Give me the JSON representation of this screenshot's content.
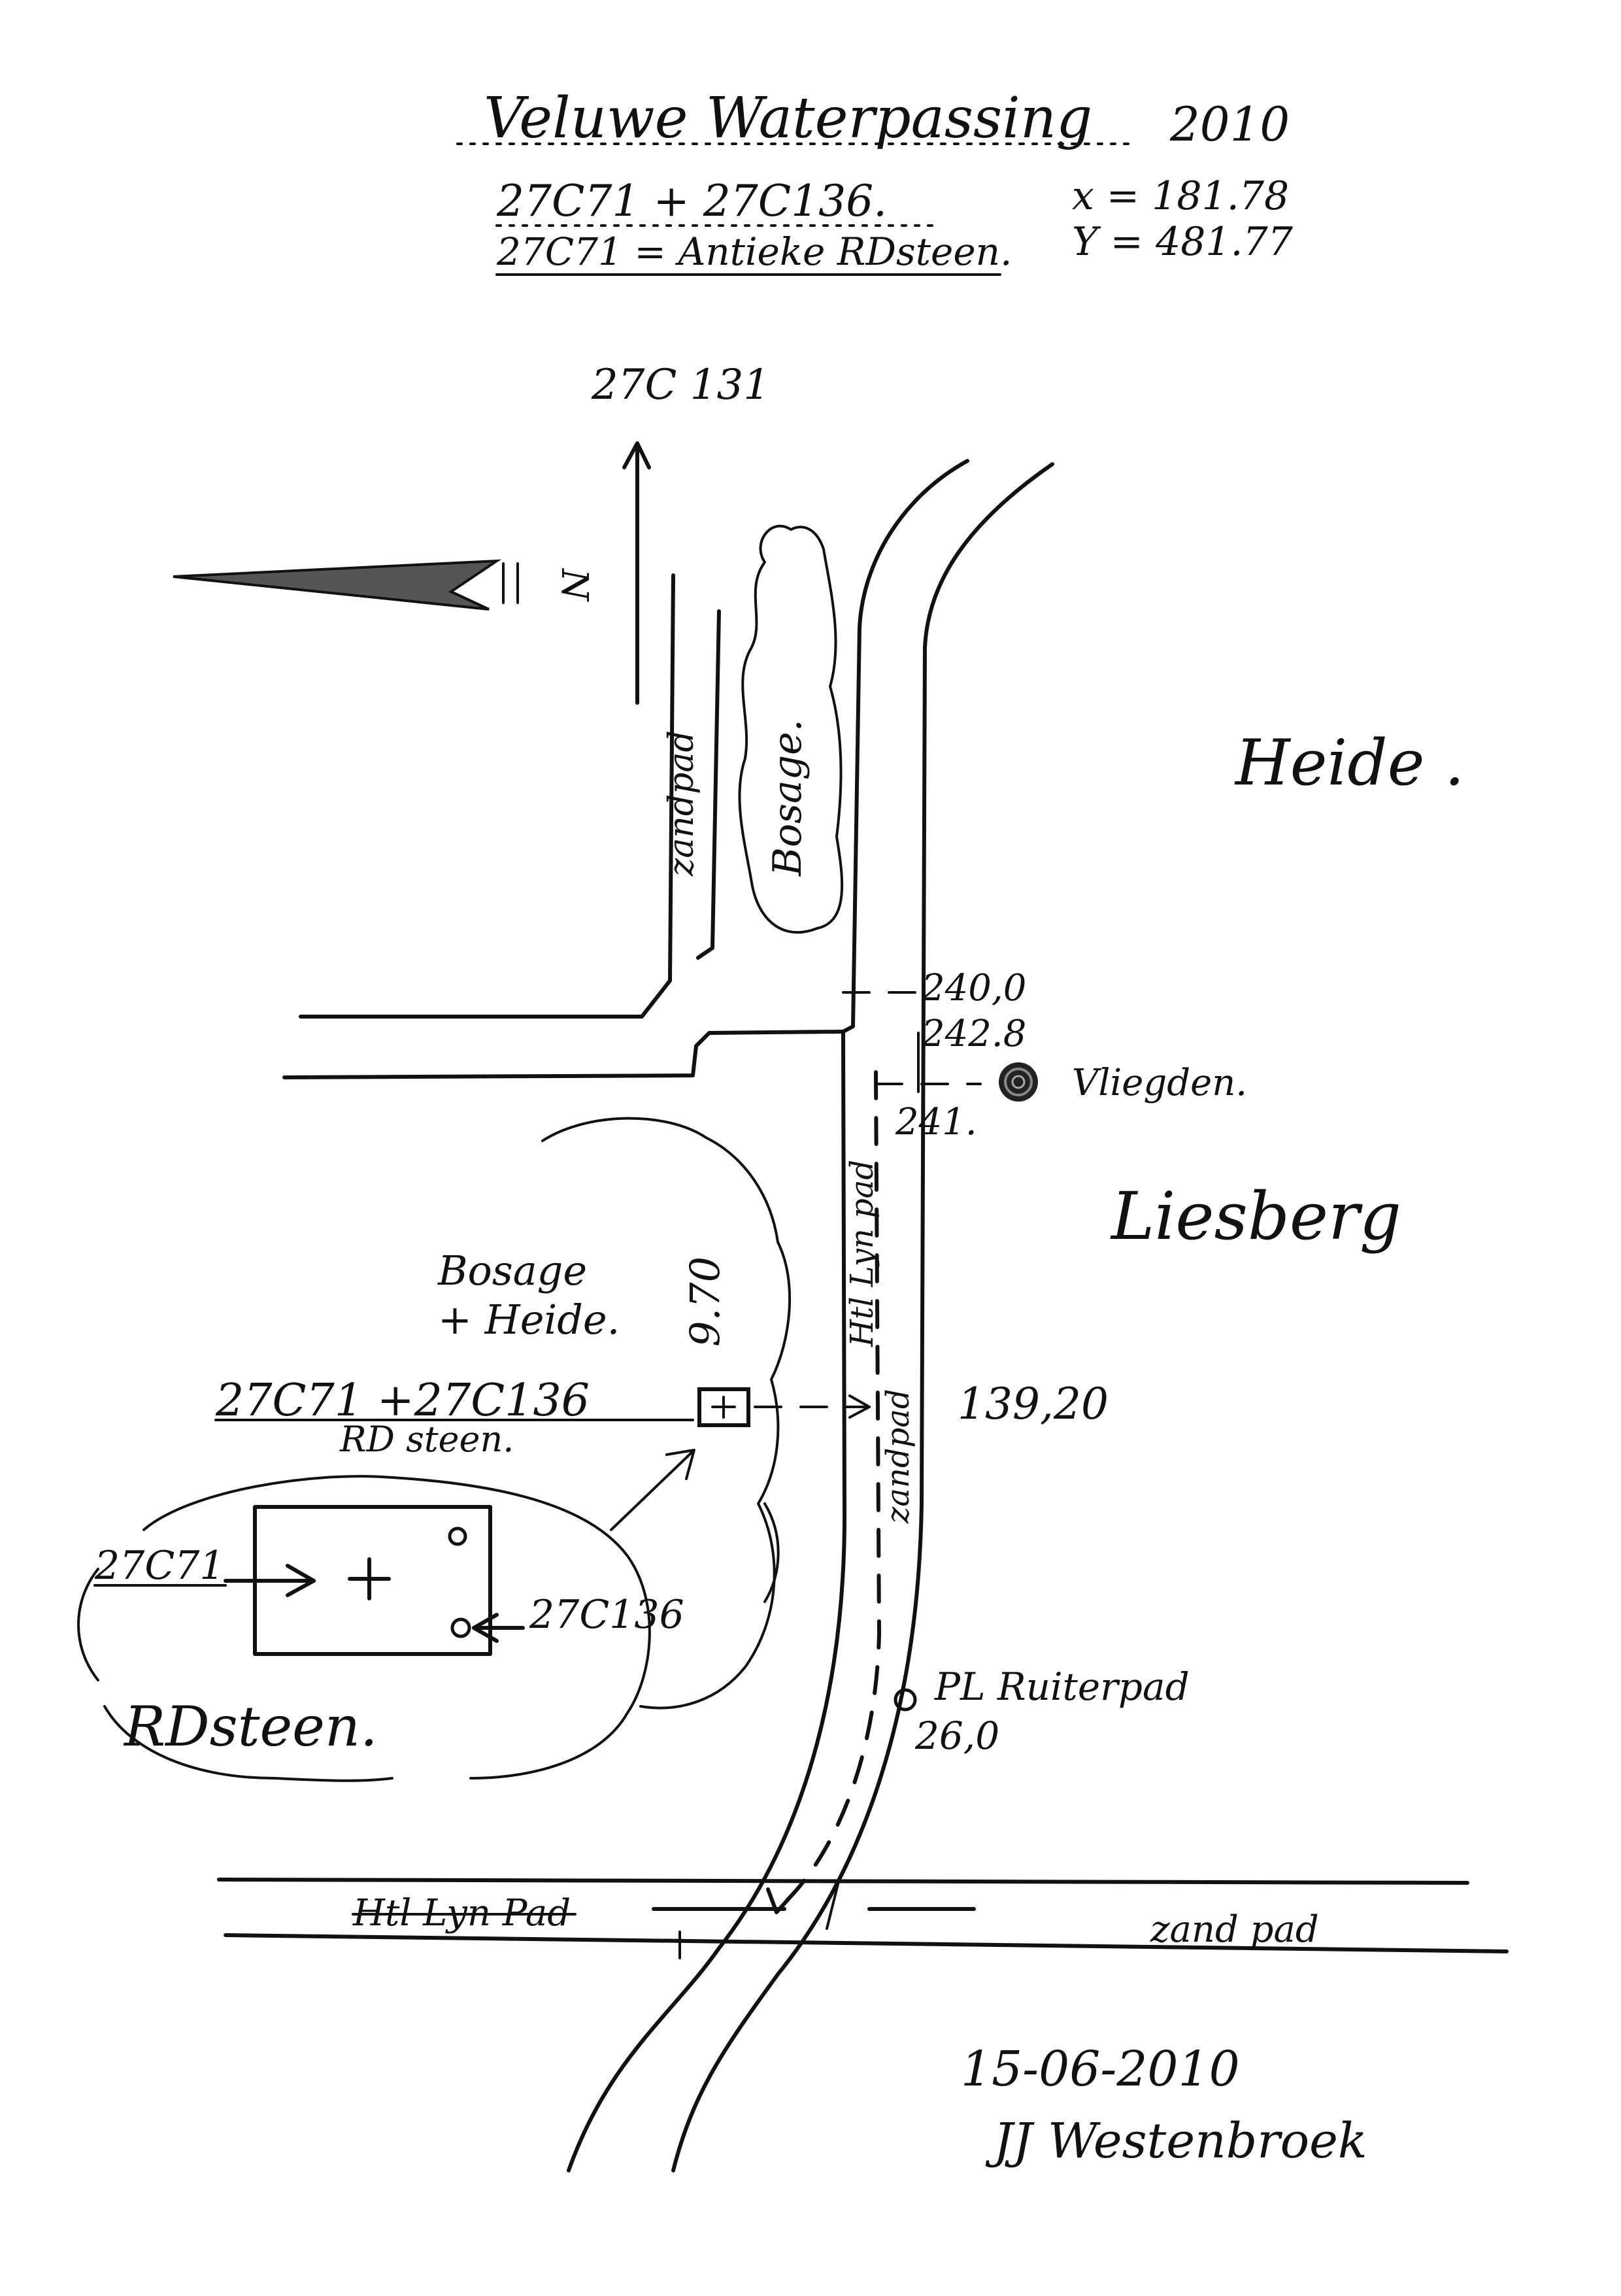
{
  "header": {
    "title": "Veluwe Waterpassing",
    "year": "2010",
    "line1": "27C71 + 27C136.",
    "line2": "27C71 = Antieke RDsteen.",
    "x_coord": "x = 181.78",
    "y_coord": "Y = 481.77"
  },
  "map": {
    "north_target": "27C 131",
    "north_label": "N",
    "area_heide": "Heide .",
    "area_liesberg": "Liesberg",
    "bosage_top": "Bosage.",
    "zandpad_top": "zandpad",
    "measure_1": "240,0",
    "measure_2": "242.8",
    "measure_3": "241.",
    "vliegden": "Vliegden.",
    "htl_lyn_pad_vertical": "Htl Lyn pad",
    "zandpad_mid": "zandpad",
    "bosage_heide_1": "Bosage",
    "bosage_heide_2": "+ Heide.",
    "dist_970": "9.70",
    "benchmark_label": "27C71   +27C136",
    "rd_steen_small": "RD steen.",
    "dist_13920": "139,20",
    "pl_ruiterpad": "PL Ruiterpad",
    "dist_260": "26,0",
    "htl_lyn_pad_horizontal": "Htl Lyn Pad",
    "zandpad_bottom": "zand pad"
  },
  "detail": {
    "label_27c71": "27C71",
    "label_27c136": "27C136",
    "rdsteen": "RDsteen."
  },
  "footer": {
    "date": "15-06-2010",
    "signature": "JJ Westenbroek"
  },
  "colors": {
    "ink": "#111111",
    "paper": "#ffffff"
  },
  "icons": {
    "north_arrow": "north-arrow-icon",
    "tree": "vliegden-tree-icon",
    "benchmark": "benchmark-cross-icon"
  }
}
